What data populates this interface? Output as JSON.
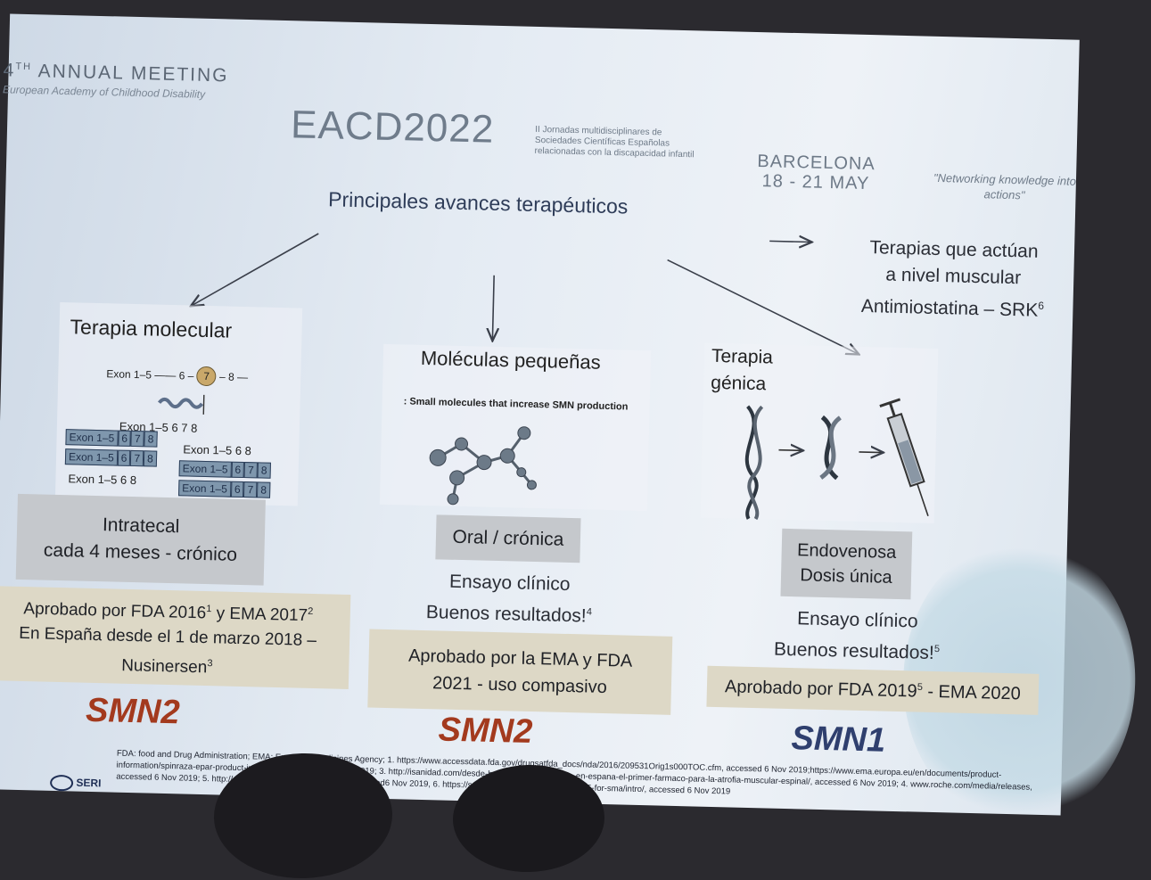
{
  "header": {
    "annual_prefix": "4",
    "annual_sup": "TH",
    "annual": "ANNUAL MEETING",
    "academy": "European Academy of Childhood Disability",
    "event": "EACD2022",
    "jornadas": "II Jornadas multidisciplinares de Sociedades Científicas Españolas relacionadas con la discapacidad infantil",
    "city": "BARCELONA",
    "dates": "18 - 21 MAY",
    "quote": "\"Networking knowledge into actions\""
  },
  "title": "Principales avances terapéuticos",
  "muscular": {
    "line1": "Terapias que actúan",
    "line2": "a nivel muscular",
    "line3": "Antimiostatina – SRK",
    "sup": "6"
  },
  "columns": {
    "molecular": {
      "heading": "Terapia molecular",
      "exon_top_left": "Exon 1–5",
      "exon_top_mid": "6",
      "exon_top_7": "7",
      "exon_top_8": "8",
      "exon_mid": "Exon 1–5   6 7 8",
      "exon_bl": "Exon 1–5   6   8",
      "exon_br_top": "Exon 1–5   6   8",
      "cells_exon": "Exon 1–5",
      "cells_6": "6",
      "cells_7": "7",
      "cells_8": "8",
      "route_line1": "Intratecal",
      "route_line2": "cada 4 meses - crónico",
      "approval_line1": "Aprobado por FDA 2016",
      "approval_sup1": "1",
      "approval_mid": " y EMA 2017",
      "approval_sup2": "2",
      "approval_line2": "En España desde el 1 de marzo 2018 –",
      "approval_line3": "Nusinersen",
      "approval_sup3": "3",
      "gene": "SMN2"
    },
    "small": {
      "heading": "Moléculas pequeñas",
      "caption": ": Small molecules that increase SMN production",
      "route": "Oral / crónica",
      "trial_line1": "Ensayo clínico",
      "trial_line2": "Buenos resultados!",
      "trial_sup": "4",
      "approval_line1": "Aprobado por la EMA y FDA",
      "approval_line2": "2021 - uso compasivo",
      "gene": "SMN2"
    },
    "gene": {
      "heading_line1": "Terapia",
      "heading_line2": "génica",
      "route_line1": "Endovenosa",
      "route_line2": "Dosis única",
      "trial_line1": "Ensayo clínico",
      "trial_line2": "Buenos resultados!",
      "trial_sup": "5",
      "approval_pre": "Aprobado por FDA 2019",
      "approval_sup": "5",
      "approval_post": " - EMA 2020",
      "gene": "SMN1"
    }
  },
  "references": "FDA: food and Drug Administration; EMA: European Medicines Agency; 1. https://www.accessdata.fda.gov/drugsatfda_docs/nda/2016/209531Orig1s000TOC.cfm, accessed 6 Nov 2019;https://www.ema.europa.eu/en/documents/product-information/spinraza-epar-product-information, accessed 6 Nov 2019; 3. http://isanidad.com/desde-hoy-ya-esta-disponible-en-espana-el-primer-farmaco-para-la-atrofia-muscular-espinal/, accessed 6 Nov 2019; 4. www.roche.com/media/releases, accessed 6 Nov 2019; 5. http://content/pdf/press_release.pdf, accessed6 Nov 2019, 6. https://scholarrock.com/pipeline/srk-015-for-sma/intro/, accessed 6 Nov 2019",
  "logos": {
    "seri": "SERI"
  },
  "colors": {
    "gene_smn2": "#a33a1e",
    "gene_smn1": "#2f3f6e",
    "title": "#2f3d59",
    "grey_box": "#c5c8cc",
    "beige_box": "#ddd8c6"
  }
}
